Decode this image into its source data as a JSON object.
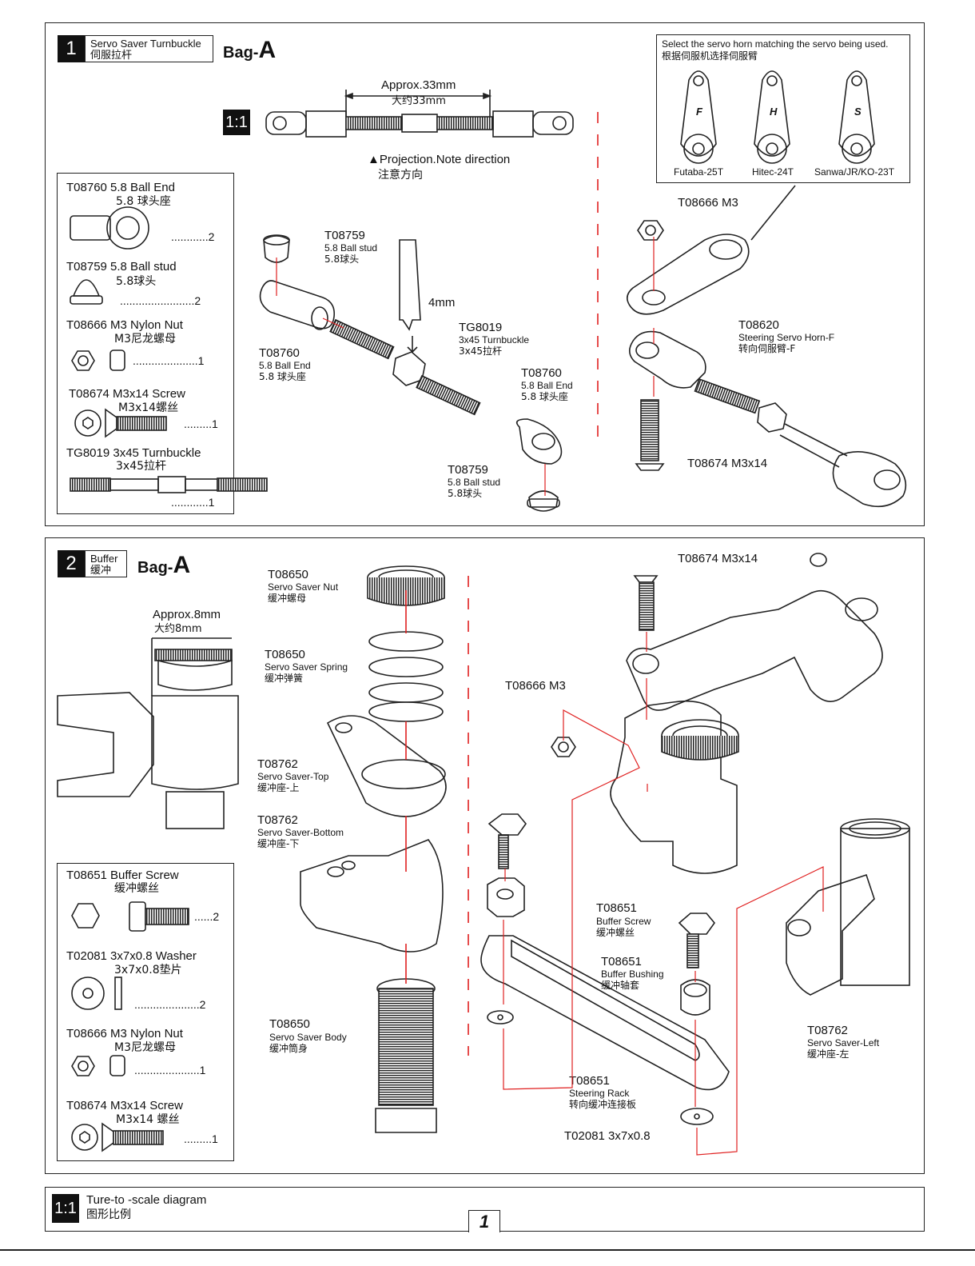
{
  "step1": {
    "number": "1",
    "title_en": "Servo Saver Turnbuckle",
    "title_cn": "伺服拉杆",
    "bag_prefix": "Bag-",
    "bag_letter": "A",
    "scale_badge": "1:1",
    "approx_en": "Approx.33mm",
    "approx_cn": "大约33mm",
    "projection_en": "▲Projection.Note direction",
    "projection_cn": "注意方向",
    "servo_note_en": "Select the servo horn matching the servo being used.",
    "servo_note_cn": "根据伺服机选择伺服臂",
    "horns": [
      {
        "letter": "F",
        "label": "Futaba-25T"
      },
      {
        "letter": "H",
        "label": "Hitec-24T"
      },
      {
        "letter": "S",
        "label": "Sanwa/JR/KO-23T"
      }
    ],
    "parts_list": [
      {
        "code": "T08760  5.8 Ball End",
        "cn": "5.8 球头座",
        "qty": "............2"
      },
      {
        "code": "T08759  5.8 Ball stud",
        "cn": "5.8球头",
        "qty": "........................2"
      },
      {
        "code": "T08666  M3 Nylon Nut",
        "cn": "M3尼龙螺母",
        "qty": ".....................1"
      },
      {
        "code": "T08674  M3x14 Screw",
        "cn": "M3x14螺丝",
        "qty": ".........1"
      },
      {
        "code": "TG8019 3x45 Turnbuckle",
        "cn": "3x45拉杆",
        "qty": "............1"
      }
    ],
    "callouts": {
      "t08759a": {
        "code": "T08759",
        "en": "5.8 Ball stud",
        "cn": "5.8球头"
      },
      "t08760a": {
        "code": "T08760",
        "en": "5.8 Ball End",
        "cn": "5.8 球头座"
      },
      "tool": "4mm",
      "tg8019": {
        "code": "TG8019",
        "en": "3x45 Turnbuckle",
        "cn": "3x45拉杆"
      },
      "t08760b": {
        "code": "T08760",
        "en": "5.8 Ball End",
        "cn": "5.8 球头座"
      },
      "t08759b": {
        "code": "T08759",
        "en": "5.8 Ball stud",
        "cn": "5.8球头"
      },
      "t08666": "T08666  M3",
      "t08620": {
        "code": "T08620",
        "en": "Steering Servo Horn-F",
        "cn": "转向伺服臂-F"
      },
      "t08674": "T08674 M3x14"
    }
  },
  "step2": {
    "number": "2",
    "title_en": "Buffer",
    "title_cn": "缓冲",
    "bag_prefix": "Bag-",
    "bag_letter": "A",
    "approx_en": "Approx.8mm",
    "approx_cn": "大约8mm",
    "parts_list": [
      {
        "code": "T08651 Buffer Screw",
        "cn": "缓冲螺丝",
        "qty": "......2"
      },
      {
        "code": "T02081  3x7x0.8  Washer",
        "cn": "3x7x0.8垫片",
        "qty": ".....................2"
      },
      {
        "code": "T08666  M3 Nylon Nut",
        "cn": "M3尼龙螺母",
        "qty": ".....................1"
      },
      {
        "code": "T08674  M3x14 Screw",
        "cn": "M3x14 螺丝",
        "qty": ".........1"
      }
    ],
    "callouts": {
      "nut": {
        "code": "T08650",
        "en": "Servo Saver Nut",
        "cn": "缓冲螺母"
      },
      "spring": {
        "code": "T08650",
        "en": "Servo Saver Spring",
        "cn": "缓冲弹簧"
      },
      "top": {
        "code": "T08762",
        "en": "Servo Saver-Top",
        "cn": "缓冲座-上"
      },
      "bottom": {
        "code": "T08762",
        "en": "Servo Saver-Bottom",
        "cn": "缓冲座-下"
      },
      "body": {
        "code": "T08650",
        "en": "Servo Saver Body",
        "cn": "缓冲筒身"
      },
      "screw": "T08674  M3x14",
      "nutm3": "T08666  M3",
      "bufscrew": {
        "code": "T08651",
        "en": "Buffer Screw",
        "cn": "缓冲螺丝"
      },
      "bushing": {
        "code": "T08651",
        "en": "Buffer Bushing",
        "cn": "缓冲轴套"
      },
      "rack": {
        "code": "T08651",
        "en": "Steering Rack",
        "cn": "转向缓冲连接板"
      },
      "washer": "T02081  3x7x0.8",
      "left": {
        "code": "T08762",
        "en": "Servo Saver-Left",
        "cn": "缓冲座-左"
      }
    }
  },
  "footer": {
    "scale_badge": "1:1",
    "scale_en": "Ture-to -scale diagram",
    "scale_cn": "图形比例",
    "page_number": "1"
  },
  "colors": {
    "line": "#222222",
    "dash": "#e02020",
    "ink": "#111111"
  }
}
